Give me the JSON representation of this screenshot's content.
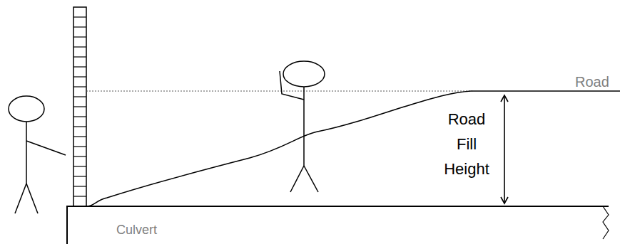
{
  "diagram": {
    "nodes": [
      {
        "text": [
          "Culvert"
        ]
      }
    ],
    "labels": [
      "Road",
      "Road Fill Height"
    ]
  }
}
